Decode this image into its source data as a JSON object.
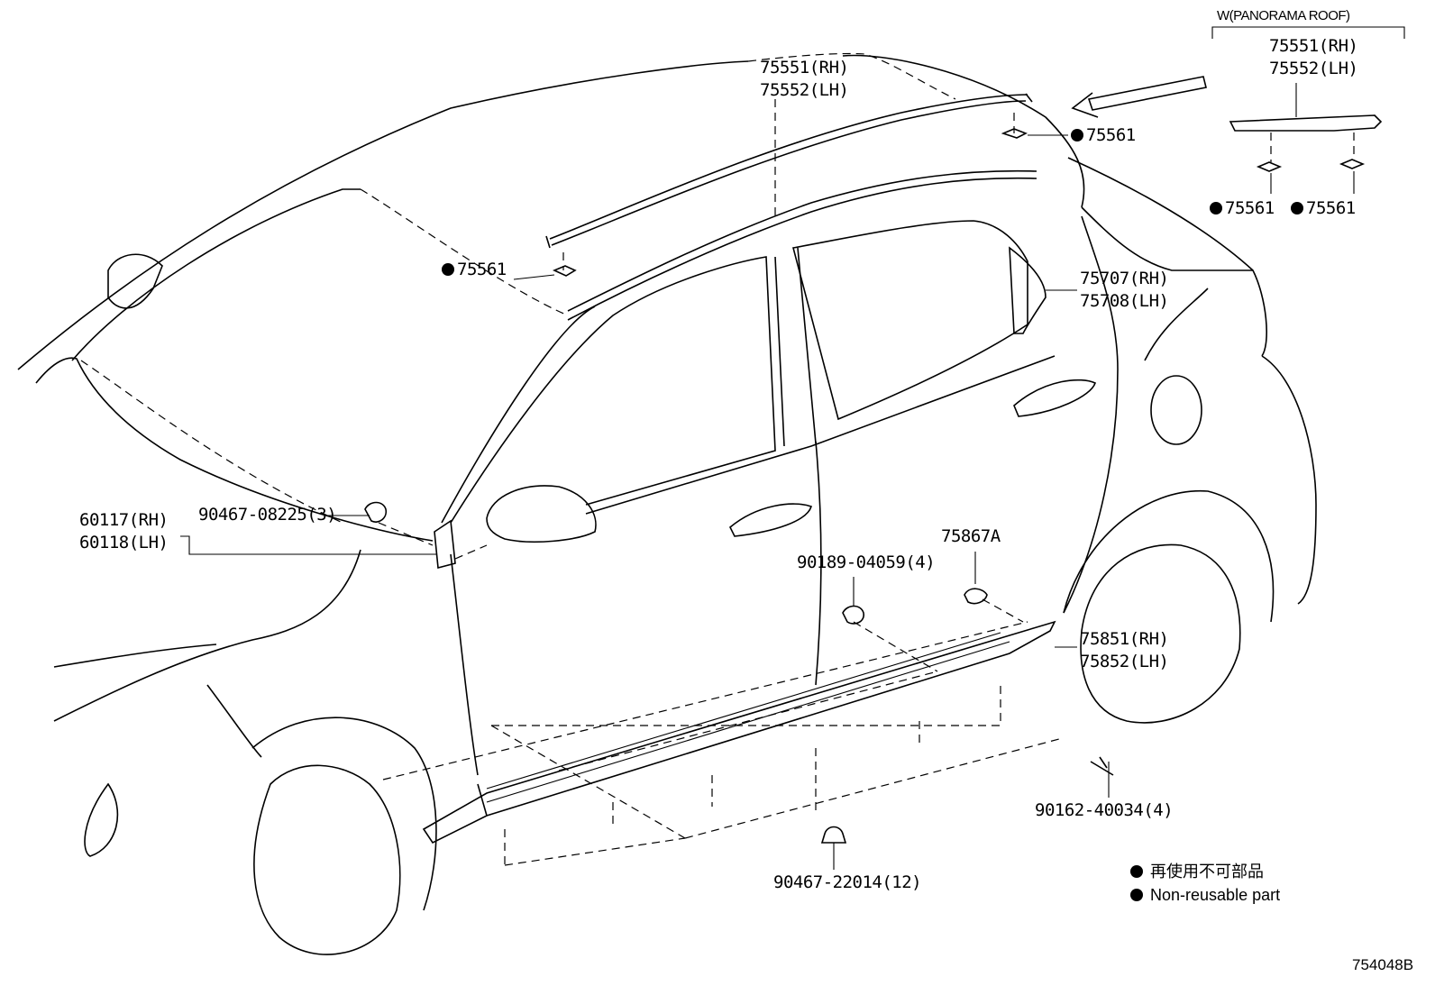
{
  "header": {
    "variant_label": "W(PANORAMA ROOF)"
  },
  "callouts": {
    "roof_rail_rh": "75551(RH)",
    "roof_rail_lh": "75552(LH)",
    "pano_rail_rh": "75551(RH)",
    "pano_rail_lh": "75552(LH)",
    "clip_75561_top": "75561",
    "clip_75561_left": "75561",
    "clip_75561_pano_a": "75561",
    "clip_75561_pano_b": "75561",
    "quarter_rh": "75707(RH)",
    "quarter_lh": "75708(LH)",
    "mirror_rh": "60117(RH)",
    "mirror_lh": "60118(LH)",
    "mirror_clip": "90467-08225(3)",
    "rocker_clip_a": "90189-04059(4)",
    "rocker_pad": "75867A",
    "rocker_rh": "75851(RH)",
    "rocker_lh": "75852(LH)",
    "screw": "90162-40034(4)",
    "bottom_clip": "90467-22014(12)"
  },
  "legend": {
    "japanese": "再使用不可部品",
    "english": "Non-reusable part"
  },
  "footer": {
    "figure_code": "754048B"
  }
}
